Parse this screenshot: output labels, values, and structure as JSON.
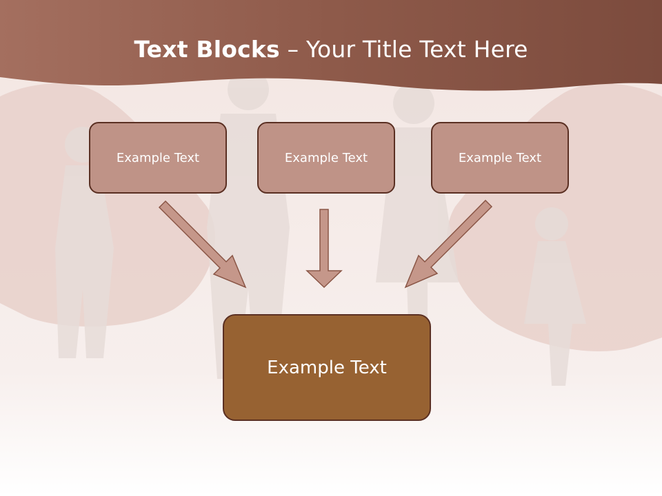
{
  "slide": {
    "title_bold": "Text Blocks",
    "title_dash": " – ",
    "title_rest": "Your Title Text Here"
  },
  "blocks": [
    {
      "label": "Example Text"
    },
    {
      "label": "Example Text"
    },
    {
      "label": "Example Text"
    }
  ],
  "result_block": {
    "label": "Example Text"
  },
  "colors": {
    "header_band": "#8e5a4a",
    "small_block_fill": "#bf9387",
    "result_block_fill": "#976232",
    "block_border": "#5a2f22",
    "arrow_fill": "#c5978a"
  }
}
